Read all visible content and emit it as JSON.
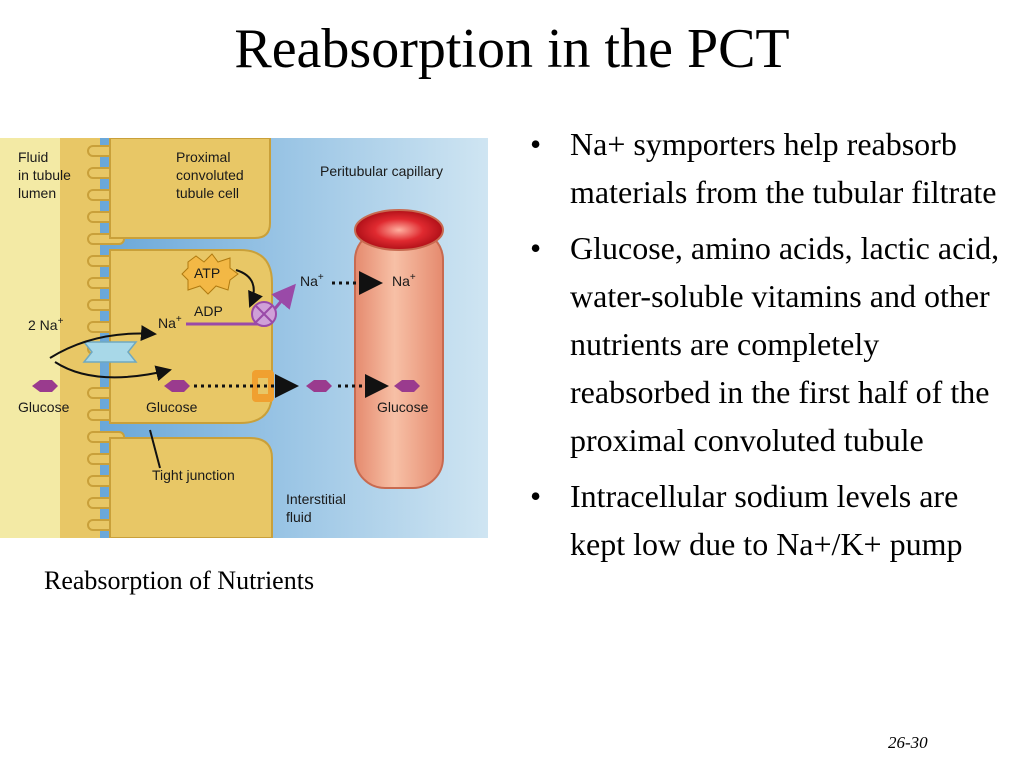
{
  "slide": {
    "title": "Reabsorption in the PCT",
    "number": "26-30"
  },
  "figure": {
    "labels": {
      "fluid_lumen": [
        "Fluid",
        "in tubule",
        "lumen"
      ],
      "pct_cell": [
        "Proximal",
        "convoluted",
        "tubule cell"
      ],
      "peritubular": "Peritubular capillary",
      "atp": "ATP",
      "adp": "ADP",
      "na_left": "2 Na",
      "na_cell": "Na",
      "na_mid": "Na",
      "na_cap": "Na",
      "superscript_plus": "+",
      "glucose_lumen": "Glucose",
      "glucose_cell": "Glucose",
      "glucose_cap": "Glucose",
      "tight_junction": "Tight junction",
      "interstitial": [
        "Interstitial",
        "fluid"
      ]
    },
    "colors": {
      "lumen_bg": "#f3eaa5",
      "cell": "#e8c766",
      "cell_edge": "#c9a03a",
      "interstitial_top": "#5fa4d8",
      "interstitial_bottom": "#c7e0f0",
      "capillary": "#f0a58a",
      "capillary_top": "#d81e2a",
      "symporter": "#a8d8e8",
      "glucose": "#9a3b8e",
      "pump": "#b070b8",
      "carrier": "#f0a030"
    }
  },
  "caption": "Reabsorption of Nutrients",
  "bullets": [
    {
      "marker": "•",
      "text": "Na+ symporters help reabsorb  materials from the tubular filtrate"
    },
    {
      "marker": "•",
      "text": "Glucose, amino acids, lactic acid, water-soluble vitamins and other nutrients are completely reabsorbed in the first half of the proximal convoluted tubule"
    },
    {
      "marker": "•",
      "text": "Intracellular sodium levels are kept low due to Na+/K+ pump"
    }
  ]
}
